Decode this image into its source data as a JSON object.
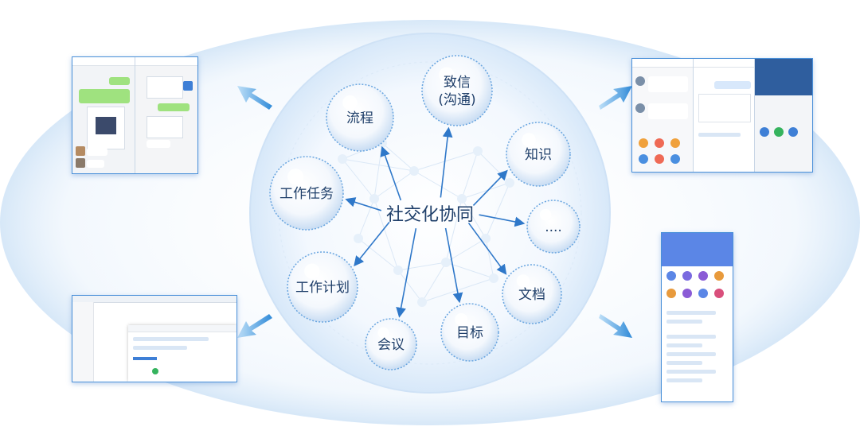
{
  "diagram": {
    "center": "社交化协同",
    "nodes": [
      {
        "id": "zhixin",
        "lines": [
          "致信",
          "(沟通)"
        ]
      },
      {
        "id": "zhishi",
        "lines": [
          "知识"
        ]
      },
      {
        "id": "more",
        "lines": [
          "...."
        ]
      },
      {
        "id": "wendang",
        "lines": [
          "文档"
        ]
      },
      {
        "id": "mubiao",
        "lines": [
          "目标"
        ]
      },
      {
        "id": "huiyi",
        "lines": [
          "会议"
        ]
      },
      {
        "id": "gongzuojihua",
        "lines": [
          "工作计划"
        ]
      },
      {
        "id": "gongzuorenwu",
        "lines": [
          "工作任务"
        ]
      },
      {
        "id": "liucheng",
        "lines": [
          "流程"
        ]
      }
    ]
  },
  "screenshots": [
    {
      "id": "chat-mobile",
      "icon": "chat-screenshot-icon"
    },
    {
      "id": "workflow-mobile",
      "icon": "workflow-screenshot-icon"
    },
    {
      "id": "web-task-panel",
      "icon": "web-panel-screenshot-icon"
    },
    {
      "id": "doc-center-mobile",
      "icon": "document-center-screenshot-icon"
    }
  ],
  "colors": {
    "accent": "#3e86d8",
    "arrow": "#2f78c9",
    "bubble_edge": "#6aa6e0",
    "text": "#1f3f6a"
  }
}
